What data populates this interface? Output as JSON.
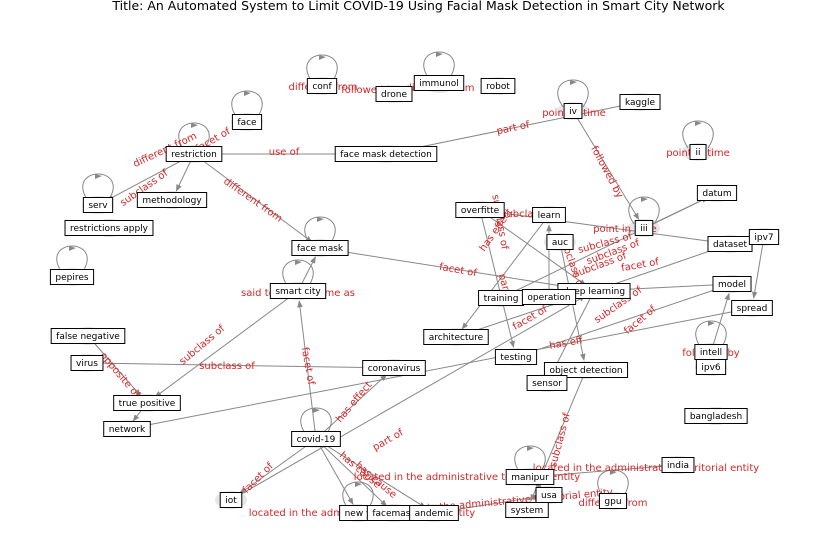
{
  "title": "Title: An Automated System to Limit COVID-19 Using Facial Mask Detection in Smart City Network",
  "nodes": [
    {
      "id": "conf",
      "label": "conf"
    },
    {
      "id": "immunol",
      "label": "immunol"
    },
    {
      "id": "robot",
      "label": "robot"
    },
    {
      "id": "drone",
      "label": "drone"
    },
    {
      "id": "kaggle",
      "label": "kaggle"
    },
    {
      "id": "iv",
      "label": "iv"
    },
    {
      "id": "face",
      "label": "face"
    },
    {
      "id": "restriction",
      "label": "restriction"
    },
    {
      "id": "face_mask_detection",
      "label": "face mask detection"
    },
    {
      "id": "ii",
      "label": "ii"
    },
    {
      "id": "serv",
      "label": "serv"
    },
    {
      "id": "methodology",
      "label": "methodology"
    },
    {
      "id": "datum",
      "label": "datum"
    },
    {
      "id": "restrictions_apply",
      "label": "restrictions apply"
    },
    {
      "id": "overfitte",
      "label": "overfitte"
    },
    {
      "id": "learn",
      "label": "learn"
    },
    {
      "id": "iii",
      "label": "iii"
    },
    {
      "id": "face_mask",
      "label": "face mask"
    },
    {
      "id": "auc",
      "label": "auc"
    },
    {
      "id": "dataset",
      "label": "dataset"
    },
    {
      "id": "ipv7",
      "label": "ipv7"
    },
    {
      "id": "pepires",
      "label": "pepires"
    },
    {
      "id": "model",
      "label": "model"
    },
    {
      "id": "smart_city",
      "label": "smart city"
    },
    {
      "id": "deep_learning",
      "label": "deep learning"
    },
    {
      "id": "training",
      "label": "training"
    },
    {
      "id": "operation",
      "label": "operation"
    },
    {
      "id": "spread",
      "label": "spread"
    },
    {
      "id": "false_negative",
      "label": "false negative"
    },
    {
      "id": "architecture",
      "label": "architecture"
    },
    {
      "id": "intell",
      "label": "intell"
    },
    {
      "id": "virus",
      "label": "virus"
    },
    {
      "id": "testing",
      "label": "testing"
    },
    {
      "id": "ipv6",
      "label": "ipv6"
    },
    {
      "id": "coronavirus",
      "label": "coronavirus"
    },
    {
      "id": "object_detection",
      "label": "object detection"
    },
    {
      "id": "sensor",
      "label": "sensor"
    },
    {
      "id": "true_positive",
      "label": "true positive"
    },
    {
      "id": "bangladesh",
      "label": "bangladesh"
    },
    {
      "id": "network",
      "label": "network"
    },
    {
      "id": "covid19",
      "label": "covid-19"
    },
    {
      "id": "india",
      "label": "india"
    },
    {
      "id": "manipur",
      "label": "manipur"
    },
    {
      "id": "usa",
      "label": "usa"
    },
    {
      "id": "iot",
      "label": "iot"
    },
    {
      "id": "gpu",
      "label": "gpu"
    },
    {
      "id": "system",
      "label": "system"
    },
    {
      "id": "new_york",
      "label": "new y"
    },
    {
      "id": "facemask",
      "label": "facemask"
    },
    {
      "id": "pandemic",
      "label": "andemic"
    }
  ],
  "edge_labels": [
    "different from",
    "different from",
    "followed by",
    "point in time",
    "point in time",
    "point in time",
    "part of",
    "different from",
    "followed by",
    "facet of",
    "use of",
    "subclass of",
    "different from",
    "said to be the same as",
    "facet of",
    "part of",
    "subclass of",
    "has effect",
    "subclass of",
    "subclass of",
    "subclass of",
    "opposite of",
    "subclass of",
    "subclass of",
    "followed by",
    "facet of",
    "facet of",
    "has effect",
    "part of",
    "located in the administrative territorial entity",
    "located in the administrative territorial entity",
    "has cause",
    "has cause",
    "subclass of",
    "different from",
    "located in the administrative territorial entity",
    "located in the administrative territorial entity",
    "facet of",
    "facet of",
    "subclass of",
    "has eff",
    "facet of",
    "subclass of",
    "subclass of"
  ]
}
